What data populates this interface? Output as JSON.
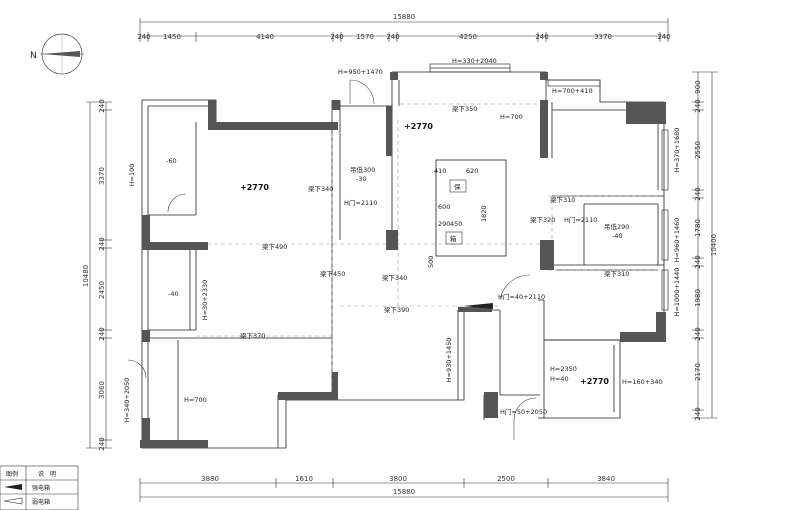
{
  "dims": {
    "top_total": "15880",
    "top": [
      "240",
      "1450",
      "4140",
      "240",
      "1570",
      "240",
      "4250",
      "240",
      "3370",
      "240"
    ],
    "bottom": [
      "3880",
      "1610",
      "3800",
      "2500",
      "3840"
    ],
    "bottom_total": "15880",
    "left": [
      "240",
      "3370",
      "240",
      "2450",
      "240",
      "3060",
      "240"
    ],
    "left_total": "10480",
    "right": [
      "900",
      "240",
      "2550",
      "240",
      "1780",
      "240",
      "1980",
      "240",
      "2170",
      "240"
    ],
    "right_total": "10400"
  },
  "north": "N",
  "labels": {
    "win_top_left": "H=950+1470",
    "win_top_mid": "H=330+2040",
    "win_top_right": "H=700+410",
    "beam_350": "梁下350",
    "h700_top": "H=700",
    "elev_main": "+2770",
    "elev_left": "+2770",
    "elev_bottom": "+2770",
    "h100": "H=100",
    "minus60": "-60",
    "minus40_left": "-40",
    "ceiling_300": "吊低300",
    "minus30": "-30",
    "beam_340_a": "梁下340",
    "door_2110_a": "H门=2110",
    "box_410": "410",
    "box_620": "620",
    "box_600": "600",
    "box_1820": "1820",
    "box_290": "290",
    "box_450": "450",
    "box_500": "500",
    "bin_a": "保",
    "bin_b": "箱",
    "beam_320": "梁下320",
    "beam_310_a": "梁下310",
    "door_2110_b": "H门=2110",
    "ceiling_290": "吊低290",
    "minus40_right": "-40",
    "beam_310_b": "梁下310",
    "h370_1680": "H=370+1680",
    "h960_1460": "H=960+1460",
    "h1000_1440": "H=1000+1440",
    "beam_490": "梁下490",
    "beam_450": "梁下450",
    "beam_340_b": "梁下340",
    "door_2110_c": "H门=40+2110",
    "beam_390": "梁下390",
    "h30_2330": "H=30+2330",
    "beam_370": "梁下370",
    "h930_1450": "H=930+1450",
    "h700_bottom": "H=700",
    "h340_2050": "H=340+2050",
    "h2350": "H=2350",
    "h40": "H=40",
    "h160_340": "H=160+340",
    "door_2050": "H门=50+2050"
  },
  "legend": {
    "header_a": "图例",
    "header_b": "说　明",
    "row1": "强电箱",
    "row2": "弱电箱"
  },
  "colors": {
    "wall": "#555555",
    "line": "#222222",
    "dash": "#9a9a9a"
  }
}
